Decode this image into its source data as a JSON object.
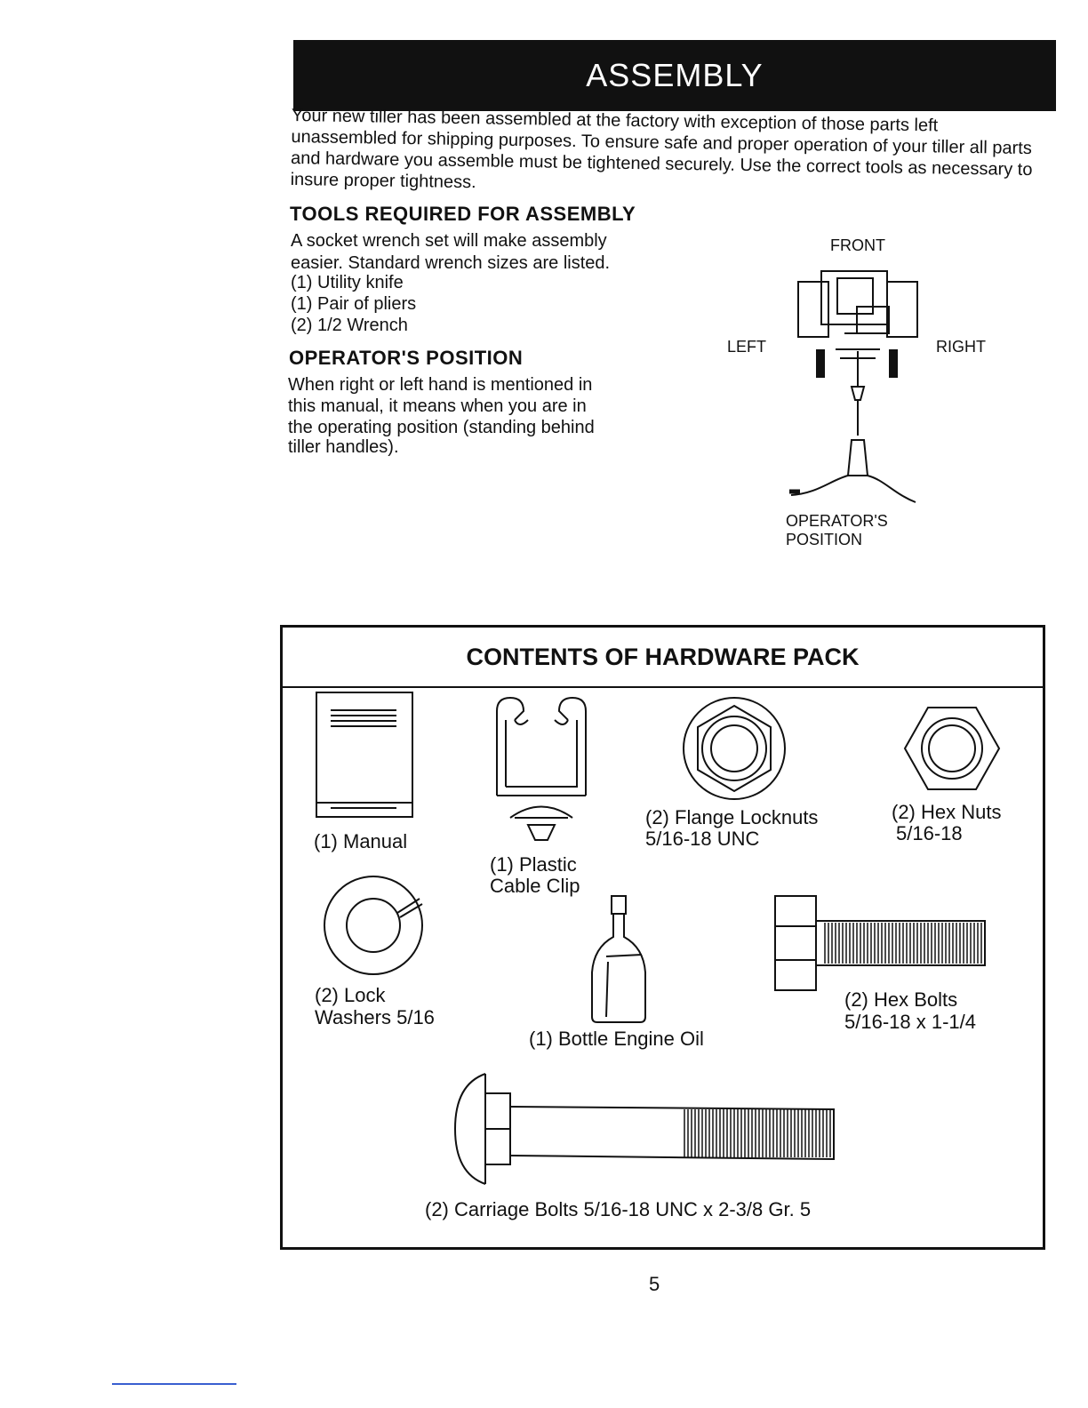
{
  "banner": "ASSEMBLY",
  "intro": "Your new tiller has been assembled at the factory with exception of those parts left unassembled for shipping purposes. To ensure safe and proper operation of your tiller all parts and hardware you assemble must be tightened securely. Use the correct tools as necessary to insure proper tightness.",
  "tools": {
    "heading": "TOOLS REQUIRED FOR ASSEMBLY",
    "lines": [
      "A socket wrench set will make assembly",
      "easier. Standard wrench sizes are listed.",
      "(1) Utility knife",
      "(1) Pair of pliers",
      "(2) 1/2 Wrench"
    ]
  },
  "operator": {
    "heading": "OPERATOR'S POSITION",
    "lines": [
      "When right or left hand is mentioned in",
      "this manual, it means when you are in",
      "the operating position (standing behind",
      "tiller handles)."
    ]
  },
  "diagram": {
    "front": "FRONT",
    "left": "LEFT",
    "right": "RIGHT",
    "position_line1": "OPERATOR'S",
    "position_line2": "POSITION"
  },
  "hardware": {
    "title": "CONTENTS OF HARDWARE PACK",
    "manual": "(1) Manual",
    "clip_line1": "(1) Plastic",
    "clip_line2": "Cable Clip",
    "locknuts_line1": "(2) Flange Locknuts",
    "locknuts_line2": "5/16-18 UNC",
    "hexnuts_line1": "(2) Hex Nuts",
    "hexnuts_line2": "5/16-18",
    "washers_line1": "(2) Lock",
    "washers_line2": "Washers 5/16",
    "oil": "(1) Bottle Engine Oil",
    "hexbolts_line1": "(2) Hex Bolts",
    "hexbolts_line2": "5/16-18 x 1-1/4",
    "carriage": "(2) Carriage Bolts 5/16-18 UNC x 2-3/8 Gr. 5"
  },
  "page_number": "5"
}
